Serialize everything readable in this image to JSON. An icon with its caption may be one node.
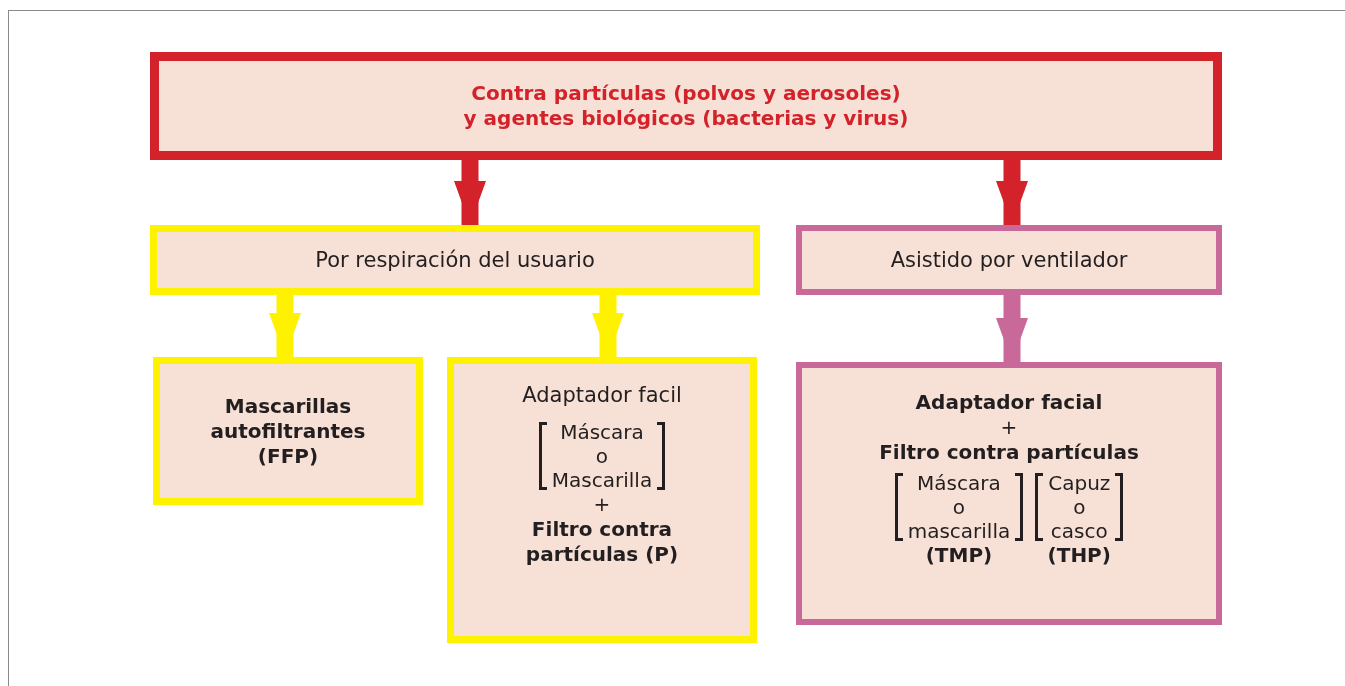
{
  "diagram": {
    "nodes": [
      {
        "text": [
          "Contra partículas (polvos y aerosoles) y agentes biológicos (bacterias y virus)"
        ]
      },
      {
        "text": [
          "Por respiración del usuario"
        ]
      },
      {
        "text": [
          "Asistido por ventilador"
        ]
      },
      {
        "text": [
          "Mascarillas autofiltrantes (FFP)"
        ]
      },
      {
        "text": [
          "Adaptador facil",
          "Máscara o Mascarilla",
          "+",
          "Filtro contra partículas (P)"
        ]
      },
      {
        "text": [
          "Adaptador facial",
          "+",
          "Filtro contra partículas",
          "Máscara o mascarilla",
          "(TMP)",
          "Capuz o casco",
          "(THP)"
        ]
      }
    ],
    "edges": [
      {
        "from": 0,
        "to": 1,
        "arrow": "to",
        "color": "#d3222a"
      },
      {
        "from": 0,
        "to": 2,
        "arrow": "to",
        "color": "#d3222a"
      },
      {
        "from": 1,
        "to": 3,
        "arrow": "to",
        "color": "#fff200"
      },
      {
        "from": 1,
        "to": 4,
        "arrow": "to",
        "color": "#fff200"
      },
      {
        "from": 2,
        "to": 5,
        "arrow": "to",
        "color": "#c8699a"
      }
    ]
  }
}
